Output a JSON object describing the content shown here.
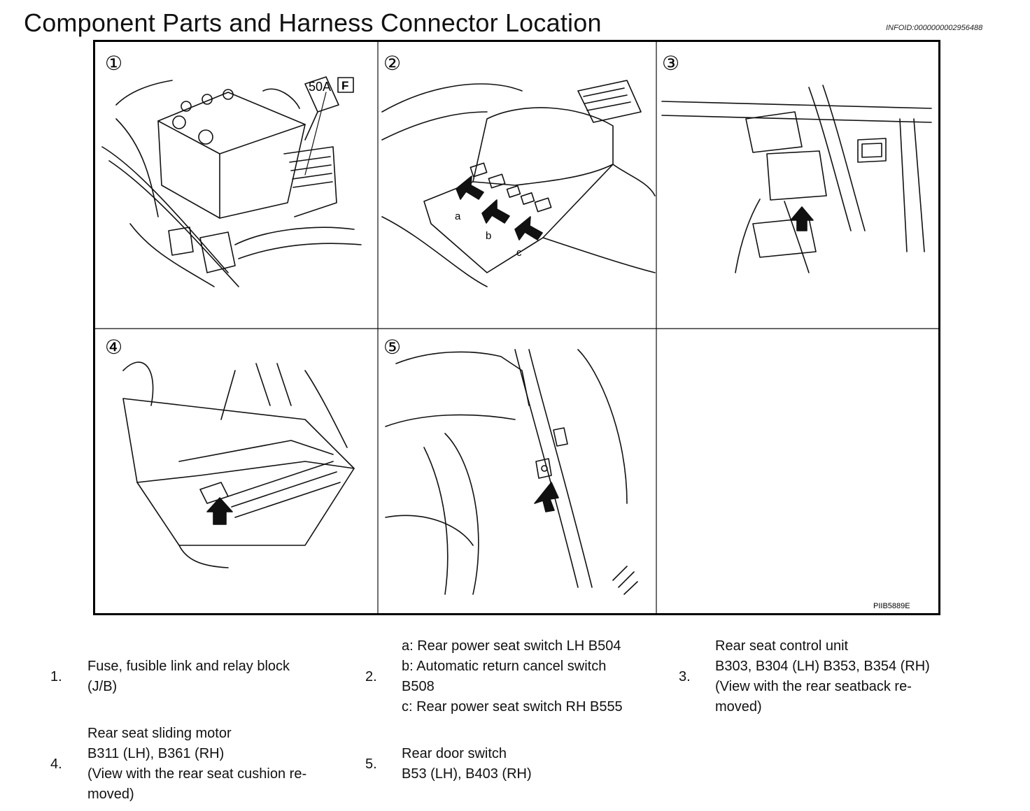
{
  "header": {
    "title": "Component Parts and Harness Connector Location",
    "info_id": "INFOID:0000000002956488"
  },
  "figure": {
    "panel_numbers": [
      "①",
      "②",
      "③",
      "④",
      "⑤"
    ],
    "fuse_label": "50A",
    "fuse_box_letter": "F",
    "callouts": [
      "a",
      "b",
      "c"
    ],
    "figure_code": "PIIB5889E"
  },
  "legend": [
    {
      "num": "1.",
      "lines": [
        "Fuse, fusible link and relay block",
        "(J/B)"
      ]
    },
    {
      "num": "2.",
      "lines": [
        "a: Rear power seat switch LH B504",
        "b: Automatic return cancel switch",
        "B508",
        "c: Rear power seat switch RH B555"
      ]
    },
    {
      "num": "3.",
      "lines": [
        "Rear seat control unit",
        "B303, B304 (LH) B353, B354 (RH)",
        "(View with the rear seatback re-",
        "moved)"
      ]
    },
    {
      "num": "4.",
      "lines": [
        "Rear seat sliding motor",
        "B311 (LH), B361 (RH)",
        "(View with the rear seat cushion re-",
        "moved)"
      ]
    },
    {
      "num": "5.",
      "lines": [
        "Rear door switch",
        "B53 (LH), B403 (RH)"
      ]
    }
  ]
}
